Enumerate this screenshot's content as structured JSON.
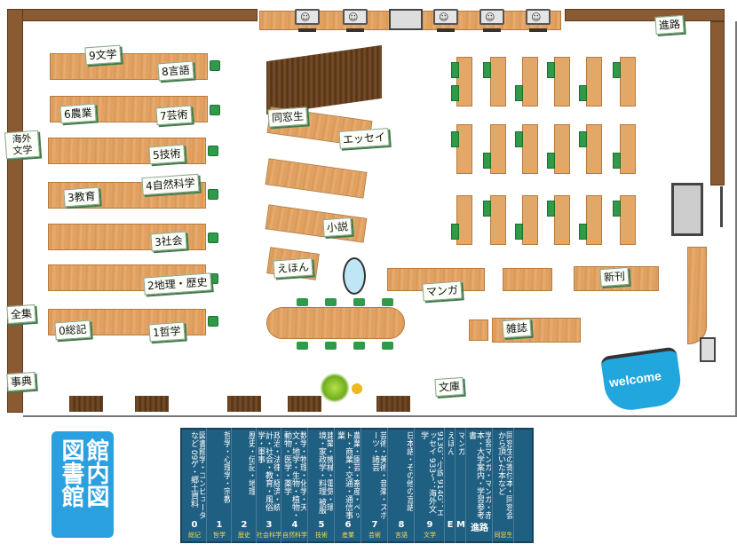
{
  "title": {
    "line1": "図書館",
    "line2": "館内図"
  },
  "shelves": [
    {
      "id": "9",
      "label": "9文学"
    },
    {
      "id": "8",
      "label": "8言語"
    },
    {
      "id": "6",
      "label": "6農業"
    },
    {
      "id": "7",
      "label": "7芸術"
    },
    {
      "id": "5",
      "label": "5技術"
    },
    {
      "id": "4",
      "label": "4自然科学"
    },
    {
      "id": "3e",
      "label": "3教育"
    },
    {
      "id": "3s",
      "label": "3社会"
    },
    {
      "id": "2",
      "label": "2地理・歴史"
    },
    {
      "id": "0",
      "label": "0総記"
    },
    {
      "id": "1",
      "label": "1哲学"
    }
  ],
  "side_labels": {
    "overseas": "海外文学",
    "zenshu": "全集",
    "jiten": "事典",
    "shinro": "進路"
  },
  "center_labels": {
    "dokyusei": "同窓生",
    "essay": "エッセイ",
    "shosetsu": "小説",
    "ehon": "えほん",
    "manga": "マンガ",
    "shinkan": "新刊",
    "zasshi": "雑誌",
    "bunko": "文庫"
  },
  "welcome": "welcome",
  "legend": [
    {
      "num": "0",
      "cat": "総記",
      "text": "図書館学・コンピュータなど 09ゲ・郷土資料"
    },
    {
      "num": "1",
      "cat": "哲学",
      "text": "哲学・心理学・宗教"
    },
    {
      "num": "2",
      "cat": "歴史",
      "text": "歴史・伝記・地理"
    },
    {
      "num": "3",
      "cat": "社会科学",
      "text": "政治・法律・経済・統計・社会・教育・風俗学・軍事"
    },
    {
      "num": "4",
      "cat": "自然科学",
      "text": "数学・物理・化学・天文・地学・生物・植物・動物・医学・薬学"
    },
    {
      "num": "5",
      "cat": "技術",
      "text": "建築・機械・電気・環境・家政学・料理 被服"
    },
    {
      "num": "6",
      "cat": "産業",
      "text": "農業・園芸・畜産・ペット・商業・交通・通信事業"
    },
    {
      "num": "7",
      "cat": "芸術",
      "text": "芸術・美術・音楽・スポーツ・諸芸"
    },
    {
      "num": "8",
      "cat": "言語",
      "text": "日本語・その他の言語"
    },
    {
      "num": "9",
      "cat": "文学",
      "text": "913G：小説 914G：エッセイ 933～：海外文学"
    },
    {
      "num": "E",
      "cat": "",
      "text": "えほん"
    },
    {
      "num": "M",
      "cat": "",
      "text": "マンガ"
    },
    {
      "num": "進路",
      "cat": "",
      "text": "学習マンガ・マンガ・赤本・大学案内・学習参考書"
    },
    {
      "num": "",
      "cat": "同窓生",
      "text": "同窓生の寄付本・同窓会から頂いた本など"
    }
  ]
}
